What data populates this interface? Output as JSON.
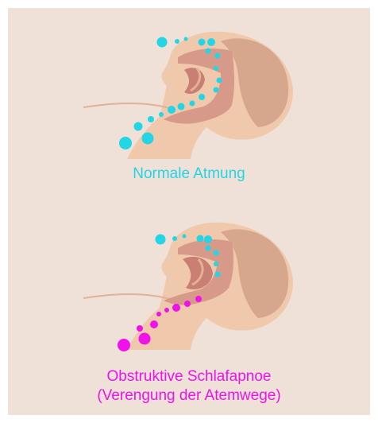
{
  "captions": {
    "normal": "Normale Atmung",
    "osa_line1": "Obstruktive Schlafapnoe",
    "osa_line2": "(Verengung der Atemwege)"
  },
  "colors": {
    "background": "#efe0d8",
    "skin": "#f0c8ac",
    "skin_shadow": "#e3b193",
    "hair": "#d6a78c",
    "airway": "#d79a8a",
    "tongue": "#c97f74",
    "normal_air": "#22d6e6",
    "obstructed_air": "#f012e8"
  },
  "icons": [
    "head-profile-icon",
    "airway-icon",
    "air-bubbles-icon"
  ]
}
